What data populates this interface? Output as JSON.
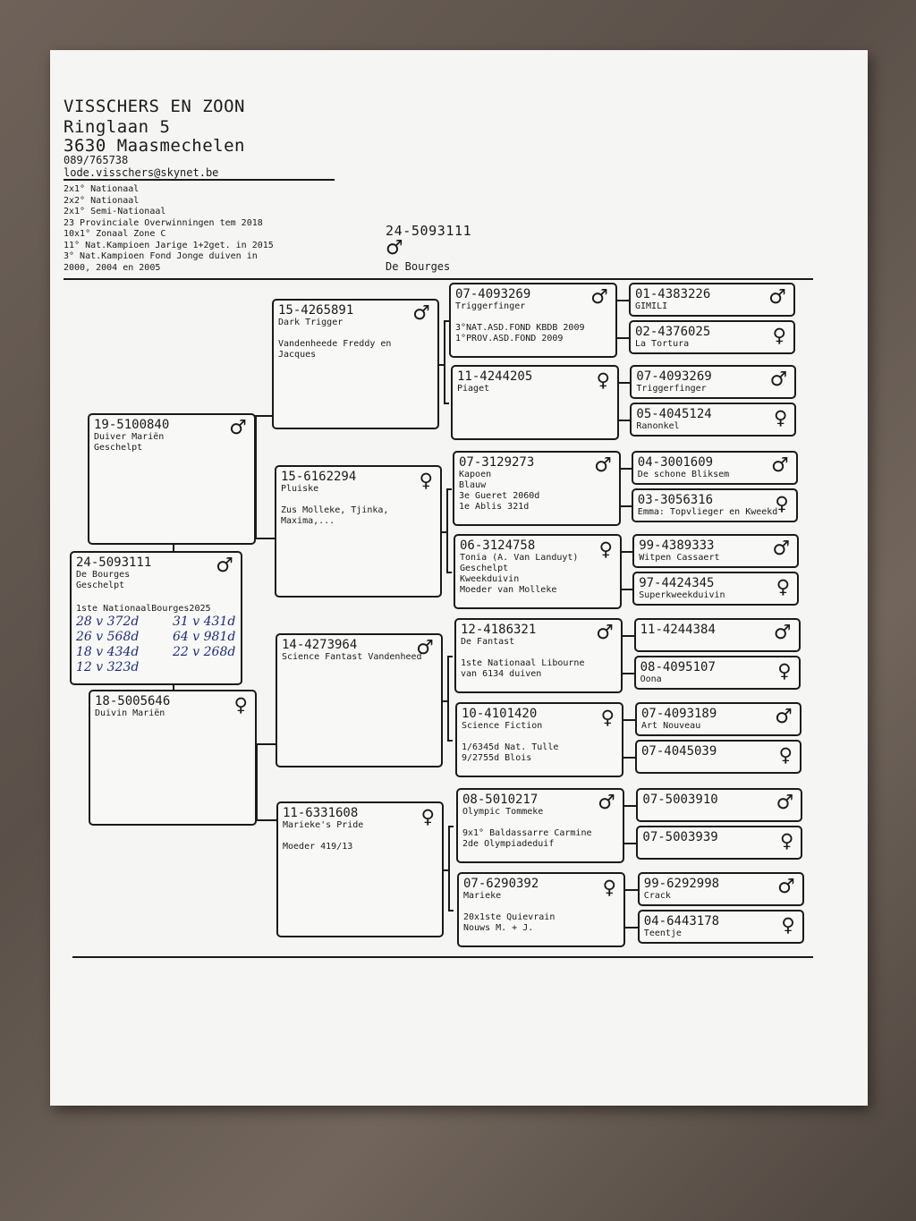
{
  "header": {
    "name": "VISSCHERS EN ZOON",
    "street": "Ringlaan 5",
    "city": "3630 Maasmechelen",
    "phone": "089/765738",
    "email": "lode.visschers@skynet.be",
    "achievements": [
      "2x1° Nationaal",
      "2x2° Nationaal",
      "2x1° Semi-Nationaal",
      "23 Provinciale Overwinningen tem 2018",
      "10x1° Zonaal Zone C",
      "11° Nat.Kampioen Jarige 1+2get. in 2015",
      "3° Nat.Kampioen Fond Jonge duiven in",
      "2000, 2004 en 2005"
    ]
  },
  "subject": {
    "ring": "24-5093111",
    "sex_symbol": "♂",
    "name": "De Bourges"
  },
  "root": {
    "ring": "24-5093111",
    "sex_symbol": "♂",
    "lines": [
      "De Bourges",
      "Geschelpt"
    ],
    "note": "1ste NationaalBourges2025",
    "handwritten": [
      "28 v 372d",
      "31 v 431d",
      "26 v 568d",
      "64 v 981d",
      "18 v 434d",
      "22 v 268d",
      "12 v 323d"
    ]
  },
  "parents": [
    {
      "ring": "19-5100840",
      "sex_symbol": "♂",
      "lines": [
        "Duiver Mariën",
        "Geschelpt"
      ]
    },
    {
      "ring": "18-5005646",
      "sex_symbol": "♀",
      "lines": [
        "Duivin Mariën"
      ]
    }
  ],
  "grandparents": [
    {
      "ring": "15-4265891",
      "sex_symbol": "♂",
      "lines": [
        "Dark Trigger",
        "",
        "Vandenheede Freddy en",
        "Jacques"
      ]
    },
    {
      "ring": "15-6162294",
      "sex_symbol": "♀",
      "lines": [
        "Pluiske",
        "",
        "Zus Molleke, Tjinka,",
        "Maxima,..."
      ]
    },
    {
      "ring": "14-4273964",
      "sex_symbol": "♂",
      "lines": [
        "Science Fantast Vandenheed"
      ]
    },
    {
      "ring": "11-6331608",
      "sex_symbol": "♀",
      "lines": [
        "Marieke's Pride",
        "",
        "Moeder 419/13"
      ]
    }
  ],
  "great_grandparents": [
    {
      "ring": "07-4093269",
      "sex_symbol": "♂",
      "lines": [
        "Triggerfinger",
        "",
        "3°NAT.ASD.FOND KBDB 2009",
        "1°PROV.ASD.FOND 2009"
      ]
    },
    {
      "ring": "11-4244205",
      "sex_symbol": "♀",
      "lines": [
        "Piaget"
      ]
    },
    {
      "ring": "07-3129273",
      "sex_symbol": "♂",
      "lines": [
        "Kapoen",
        "Blauw",
        "3e Gueret 2060d",
        "1e Ablis 321d"
      ]
    },
    {
      "ring": "06-3124758",
      "sex_symbol": "♀",
      "lines": [
        "Tonia (A. Van Landuyt)",
        "Geschelpt",
        "Kweekduivin",
        "Moeder van Molleke"
      ]
    },
    {
      "ring": "12-4186321",
      "sex_symbol": "♂",
      "lines": [
        "De Fantast",
        "",
        "1ste Nationaal Libourne",
        "van 6134 duiven"
      ]
    },
    {
      "ring": "10-4101420",
      "sex_symbol": "♀",
      "lines": [
        "Science Fiction",
        "",
        "1/6345d Nat. Tulle",
        "9/2755d Blois"
      ]
    },
    {
      "ring": "08-5010217",
      "sex_symbol": "♂",
      "lines": [
        "Olympic Tommeke",
        "",
        "9x1° Baldassarre Carmine",
        "2de Olympiadeduif"
      ]
    },
    {
      "ring": "07-6290392",
      "sex_symbol": "♀",
      "lines": [
        "Marieke",
        "",
        "20x1ste Quievrain",
        "Nouws M. + J."
      ]
    }
  ],
  "g4": [
    {
      "ring": "01-4383226",
      "sex_symbol": "♂",
      "name": "GIMILI"
    },
    {
      "ring": "02-4376025",
      "sex_symbol": "♀",
      "name": "La Tortura"
    },
    {
      "ring": "07-4093269",
      "sex_symbol": "♂",
      "name": "Triggerfinger"
    },
    {
      "ring": "05-4045124",
      "sex_symbol": "♀",
      "name": "Ranonkel"
    },
    {
      "ring": "04-3001609",
      "sex_symbol": "♂",
      "name": "De schone Bliksem"
    },
    {
      "ring": "03-3056316",
      "sex_symbol": "♀",
      "name": "Emma: Topvlieger en Kweekd"
    },
    {
      "ring": "99-4389333",
      "sex_symbol": "♂",
      "name": "Witpen Cassaert"
    },
    {
      "ring": "97-4424345",
      "sex_symbol": "♀",
      "name": "Superkweekduivin"
    },
    {
      "ring": "11-4244384",
      "sex_symbol": "♂",
      "name": ""
    },
    {
      "ring": "08-4095107",
      "sex_symbol": "♀",
      "name": "Oona"
    },
    {
      "ring": "07-4093189",
      "sex_symbol": "♂",
      "name": "Art Nouveau"
    },
    {
      "ring": "07-4045039",
      "sex_symbol": "♀",
      "name": ""
    },
    {
      "ring": "07-5003910",
      "sex_symbol": "♂",
      "name": ""
    },
    {
      "ring": "07-5003939",
      "sex_symbol": "♀",
      "name": ""
    },
    {
      "ring": "99-6292998",
      "sex_symbol": "♂",
      "name": "Crack"
    },
    {
      "ring": "04-6443178",
      "sex_symbol": "♀",
      "name": "Teentje"
    }
  ]
}
